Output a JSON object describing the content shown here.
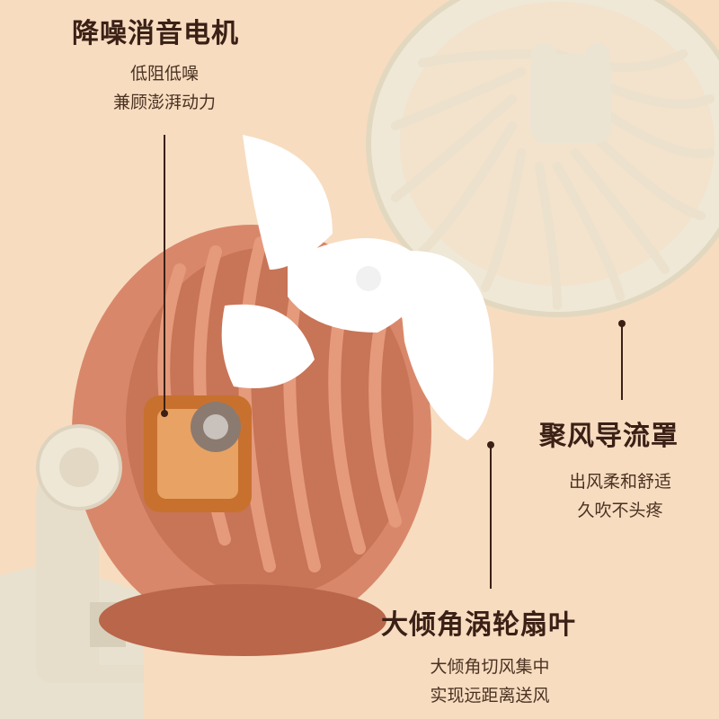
{
  "colors": {
    "background": "#f7dcc0",
    "fan_body": "#d9876a",
    "fan_body_dark": "#b9664a",
    "cover": "#efe8d6",
    "blade": "#ffffff",
    "motor": "#c8712e",
    "text": "#3a2015"
  },
  "features": {
    "motor": {
      "title": "降噪消音电机",
      "line1": "低阻低噪",
      "line2": "兼顾澎湃动力"
    },
    "cover": {
      "title": "聚风导流罩",
      "line1": "出风柔和舒适",
      "line2": "久吹不头疼"
    },
    "blade": {
      "title": "大倾角涡轮扇叶",
      "line1": "大倾角切风集中",
      "line2": "实现远距离送风"
    }
  }
}
